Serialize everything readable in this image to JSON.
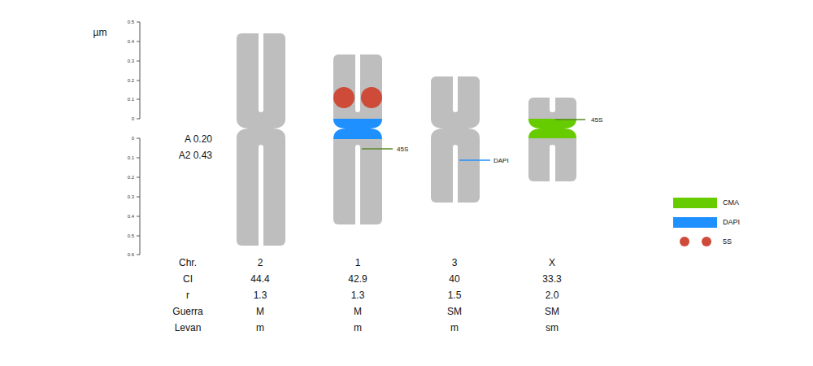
{
  "diagram": {
    "labels": [
      "µm",
      "0.5",
      "0.4",
      "0.3",
      "0.2",
      "0.1",
      "0",
      "0",
      "0.1",
      "0.2",
      "0.3",
      "0.4",
      "0.5",
      "0.6",
      "A 0.20",
      "A2 0.43",
      "45S",
      "DAPI",
      "45S",
      "Chr.",
      "2",
      "1",
      "3",
      "X",
      "CI",
      "44.4",
      "42.9",
      "40",
      "33.3",
      "r",
      "1.3",
      "1.3",
      "1.5",
      "2.0",
      "Guerra",
      "M",
      "M",
      "SM",
      "SM",
      "Levan",
      "m",
      "m",
      "m",
      "sm"
    ],
    "legend": [
      {
        "text": "CMA",
        "color": "#66cc00"
      },
      {
        "text": "DAPI",
        "color": "#1e90ff"
      },
      {
        "text": "5S"
      }
    ]
  }
}
